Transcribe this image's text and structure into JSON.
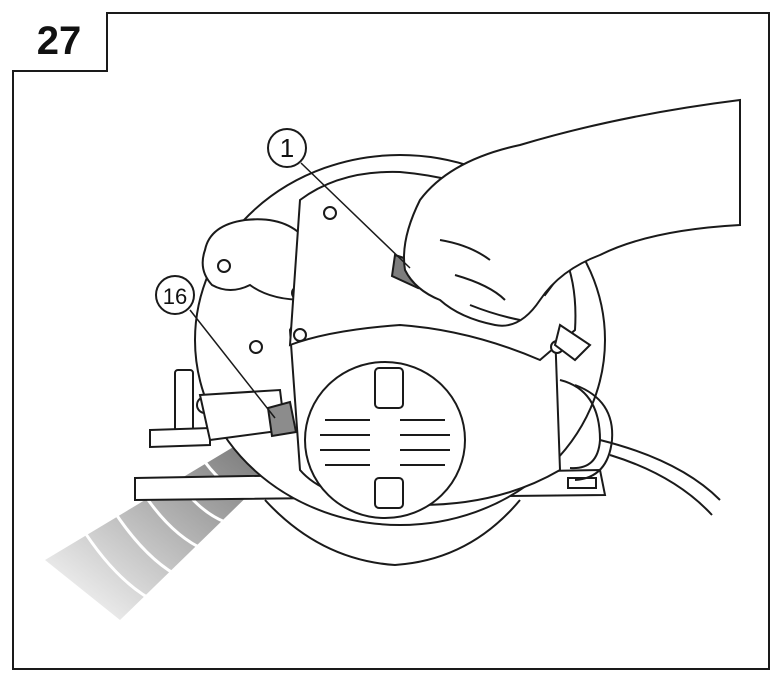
{
  "figure": {
    "number": "27"
  },
  "callouts": [
    {
      "label": "1"
    },
    {
      "label": "16"
    }
  ],
  "colors": {
    "line": "#1a1a1a",
    "background": "#ffffff",
    "dust": "#9a9a9a"
  },
  "illustration": {
    "subject": "circular-saw-dust-nozzle",
    "icon": "circular-saw-icon"
  }
}
